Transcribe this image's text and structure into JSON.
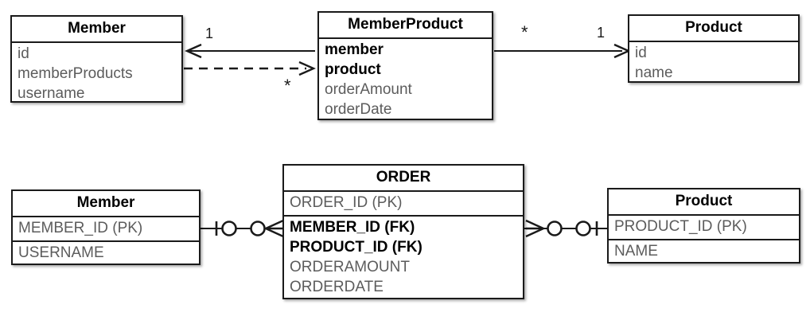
{
  "diagram": {
    "title_top": "UML class diagram",
    "title_bottom": "ER table diagram",
    "colors": {
      "line": "#1a1a1a",
      "attribute_text": "#5c5c5c",
      "title_text": "#000000",
      "background": "#ffffff"
    }
  },
  "uml": {
    "member": {
      "title": "Member",
      "attributes": [
        "id",
        "memberProducts",
        "username"
      ]
    },
    "member_product": {
      "title": "MemberProduct",
      "attributes_bold": [
        "member",
        "product"
      ],
      "attributes": [
        "orderAmount",
        "orderDate"
      ]
    },
    "product": {
      "title": "Product",
      "attributes": [
        "id",
        "name"
      ]
    },
    "multiplicities": {
      "member_side": "1",
      "member_product_to_member": "*",
      "member_product_side": "*",
      "product_side": "1"
    }
  },
  "er": {
    "member": {
      "title": "Member",
      "key_attributes": [
        "MEMBER_ID (PK)"
      ],
      "attributes": [
        "USERNAME"
      ]
    },
    "order": {
      "title": "ORDER",
      "key_attributes": [
        "ORDER_ID (PK)"
      ],
      "foreign_keys": [
        "MEMBER_ID (FK)",
        "PRODUCT_ID (FK)"
      ],
      "attributes": [
        "ORDERAMOUNT",
        "ORDERDATE"
      ]
    },
    "product": {
      "title": "Product",
      "key_attributes": [
        "PRODUCT_ID (PK)"
      ],
      "attributes": [
        "NAME"
      ]
    }
  }
}
